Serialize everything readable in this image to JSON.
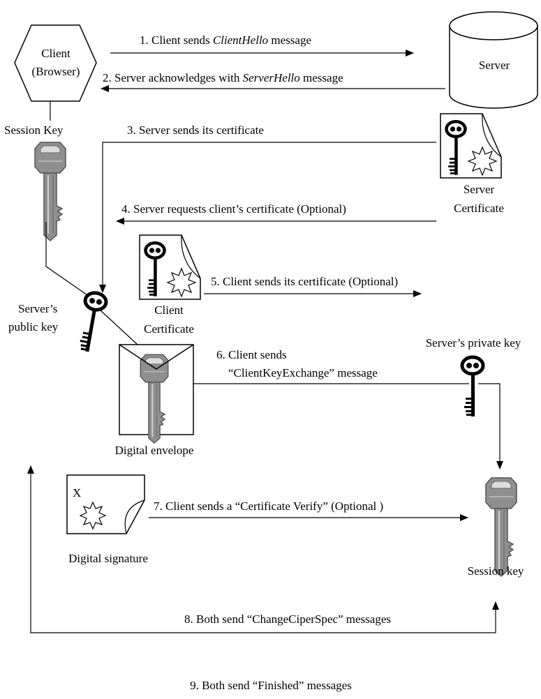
{
  "nodes": {
    "client_line1": "Client",
    "client_line2": "(Browser)",
    "server": "Server",
    "session_key_client": "Session Key",
    "server_certificate_line1": "Server",
    "server_certificate_line2": "Certificate",
    "client_certificate_line1": "Client",
    "client_certificate_line2": "Certificate",
    "servers_public_key_line1": "Server’s",
    "servers_public_key_line2": "public key",
    "servers_private_key": "Server’s private key",
    "digital_envelope": "Digital envelope",
    "digital_signature": "Digital signature",
    "signature_mark": "X",
    "session_key_server": "Session key"
  },
  "steps": {
    "s1_pre": "1. Client sends ",
    "s1_em": "ClientHello",
    "s1_post": " message",
    "s2_pre": "2. Server acknowledges with ",
    "s2_em": "ServerHello",
    "s2_post": " message",
    "s3": "3. Server sends its certificate",
    "s4": "4. Server requests client’s certificate (Optional)",
    "s5": "5. Client sends its certificate (Optional)",
    "s6_line1": "6. Client sends",
    "s6_line2": "“ClientKeyExchange” message",
    "s7": "7. Client sends a “Certificate Verify” (Optional )",
    "s8": "8. Both send “ChangeCiperSpec” messages",
    "s9": "9. Both send “Finished” messages"
  },
  "icons": [
    "client-hexagon-icon",
    "server-cylinder-icon",
    "grey-key-icon",
    "black-key-icon",
    "certificate-icon",
    "envelope-icon",
    "signature-document-icon"
  ]
}
